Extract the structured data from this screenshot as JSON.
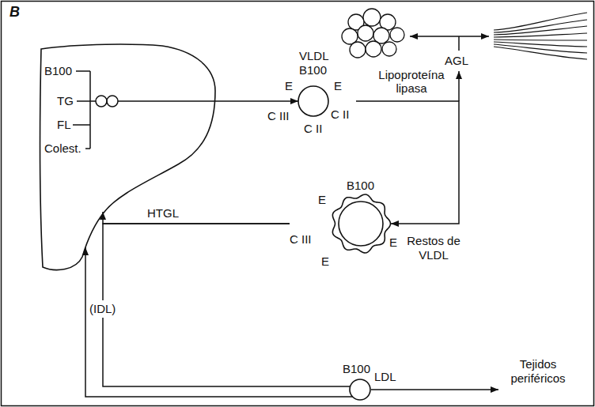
{
  "diagram": {
    "nodes": [
      {
        "text": [
          "B100",
          "TG",
          "FL",
          "Colest."
        ]
      },
      {
        "text": [
          "VLDL",
          "B100",
          "E",
          "E",
          "C III",
          "C II",
          "C II"
        ]
      },
      {
        "text": [
          "B100",
          "E",
          "C III",
          "E",
          "E"
        ]
      },
      {
        "text": [
          "B100",
          "LDL"
        ]
      }
    ],
    "edges": [
      {
        "from": 0,
        "to": 1,
        "arrow": "to"
      },
      {
        "from": 1,
        "to": 2,
        "label": "Restos de VLDL",
        "arrow": "to"
      },
      {
        "from": 2,
        "to": 0,
        "label": "HTGL",
        "arrow": "to"
      },
      {
        "from": 2,
        "to": 3,
        "label": "(IDL)",
        "arrow": "none"
      },
      {
        "from": 3,
        "to": 0,
        "arrow": "to"
      }
    ],
    "labels": [
      "B",
      "Lipoproteína lipasa",
      "AGL",
      "Tejidos periféricos"
    ]
  }
}
